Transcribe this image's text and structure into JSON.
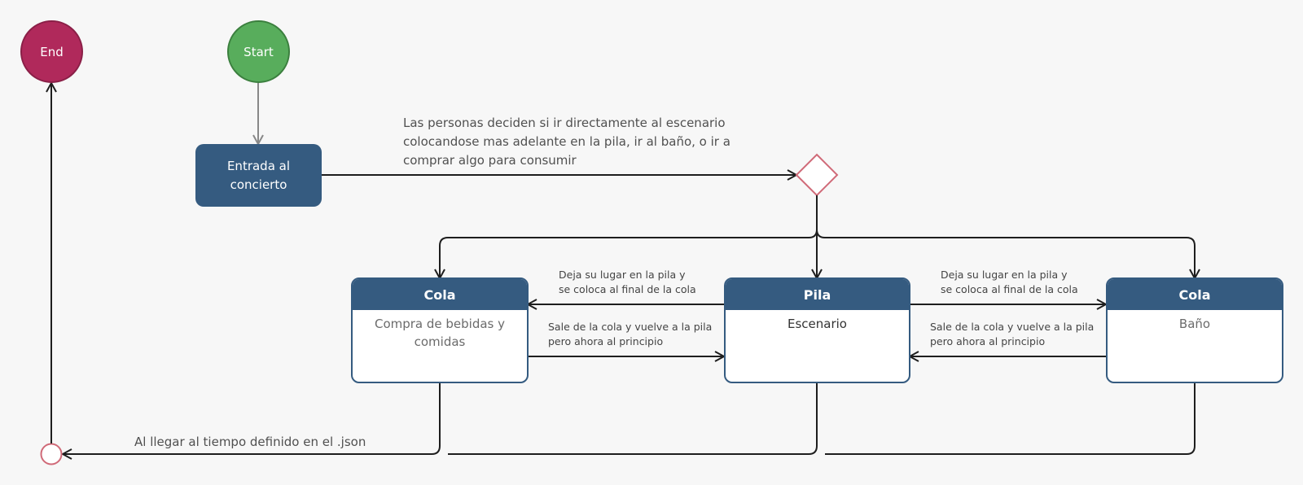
{
  "nodes": {
    "end": "End",
    "start": "Start",
    "entrada": "Entrada al concierto",
    "cola1": {
      "title": "Cola",
      "body": "Compra de bebidas y comidas"
    },
    "pila": {
      "title": "Pila",
      "body": "Escenario"
    },
    "cola2": {
      "title": "Cola",
      "body": "Baño"
    }
  },
  "labels": {
    "decision": "Las personas deciden si ir directamente al escenario colocandose mas adelante en la pila, ir al baño, o ir a comprar algo para consumir",
    "left_top": "Deja su lugar en la pila y\nse coloca al final de la cola",
    "left_bottom": "Sale de la cola y vuelve a la pila\n pero ahora al principio",
    "right_top": "Deja su lugar en la pila y\nse coloca al final de la cola",
    "right_bottom": "Sale de la cola y vuelve a la pila\n pero ahora al principio",
    "final": "Al llegar al tiempo definido en el .json"
  },
  "colors": {
    "state_header": "#355b80",
    "start": "#58ad5c",
    "end": "#b0295b",
    "decision_border": "#d06a78",
    "connector": "#1e1e1e"
  }
}
